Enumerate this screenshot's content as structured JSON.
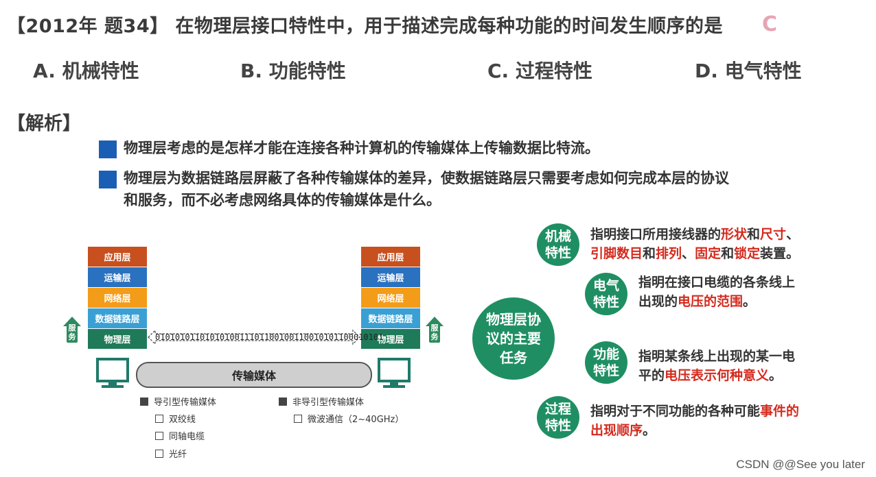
{
  "question": {
    "text": "【2012年 题34】 在物理层接口特性中，用于描述完成每种功能的时间发生顺序的是",
    "answer": "C"
  },
  "options": [
    {
      "label": "A. 机械特性"
    },
    {
      "label": "B. 功能特性"
    },
    {
      "label": "C. 过程特性"
    },
    {
      "label": "D. 电气特性"
    }
  ],
  "analysis": {
    "title": "【解析】",
    "bullets": [
      {
        "text": "物理层考虑的是怎样才能在连接各种计算机的传输媒体上传输数据比特流。"
      },
      {
        "line1": "物理层为数据链路层屏蔽了各种传输媒体的差异，使数据链路层只需要考虑如何完成本层的协议",
        "line2": "和服务，而不必考虑网络具体的传输媒体是什么。"
      }
    ]
  },
  "left_diagram": {
    "layers": [
      "应用层",
      "运输层",
      "网络层",
      "数据链路层",
      "物理层"
    ],
    "bits": "0101010110101010011101100100110010101100010101",
    "service": "服务",
    "medium": "传输媒体",
    "guided": {
      "title": "导引型传输媒体",
      "items": [
        "双绞线",
        "同轴电缆",
        "光纤"
      ]
    },
    "unguided": {
      "title": "非导引型传输媒体",
      "items": [
        "微波通信（2~40GHz）"
      ]
    }
  },
  "right_diagram": {
    "center": "物理层协议的主要任务",
    "tasks": [
      {
        "name": "机械特性",
        "segments": [
          [
            "指明接口所用接线器的",
            ""
          ],
          [
            "形状",
            "red"
          ],
          [
            "和",
            ""
          ],
          [
            "尺寸",
            "red"
          ],
          [
            "、",
            ""
          ]
        ],
        "segments2": [
          [
            "引脚数目",
            "red"
          ],
          [
            "和",
            ""
          ],
          [
            "排列",
            "red"
          ],
          [
            "、",
            ""
          ],
          [
            "固定",
            "red"
          ],
          [
            "和",
            ""
          ],
          [
            "锁定",
            "red"
          ],
          [
            "装置。",
            ""
          ]
        ]
      },
      {
        "name": "电气特性",
        "segments": [
          [
            "指明在接口电缆的各条线上",
            ""
          ]
        ],
        "segments2": [
          [
            "出现的",
            ""
          ],
          [
            "电压的范围",
            "red"
          ],
          [
            "。",
            ""
          ]
        ]
      },
      {
        "name": "功能特性",
        "segments": [
          [
            "指明某条线上出现的某一电",
            ""
          ]
        ],
        "segments2": [
          [
            "平的",
            ""
          ],
          [
            "电压表示何种意义",
            "red"
          ],
          [
            "。",
            ""
          ]
        ]
      },
      {
        "name": "过程特性",
        "segments": [
          [
            "指明对于不同功能的各种可能",
            ""
          ],
          [
            "事件的",
            "red"
          ]
        ],
        "segments2": [
          [
            "出现顺序",
            "red"
          ],
          [
            "。",
            ""
          ]
        ]
      }
    ]
  },
  "watermark": "CSDN @@See  you   later",
  "colors": {
    "primary_green": "#1f8f63",
    "highlight_red": "#d42a1e",
    "bullet_blue": "#1a5fb4"
  }
}
